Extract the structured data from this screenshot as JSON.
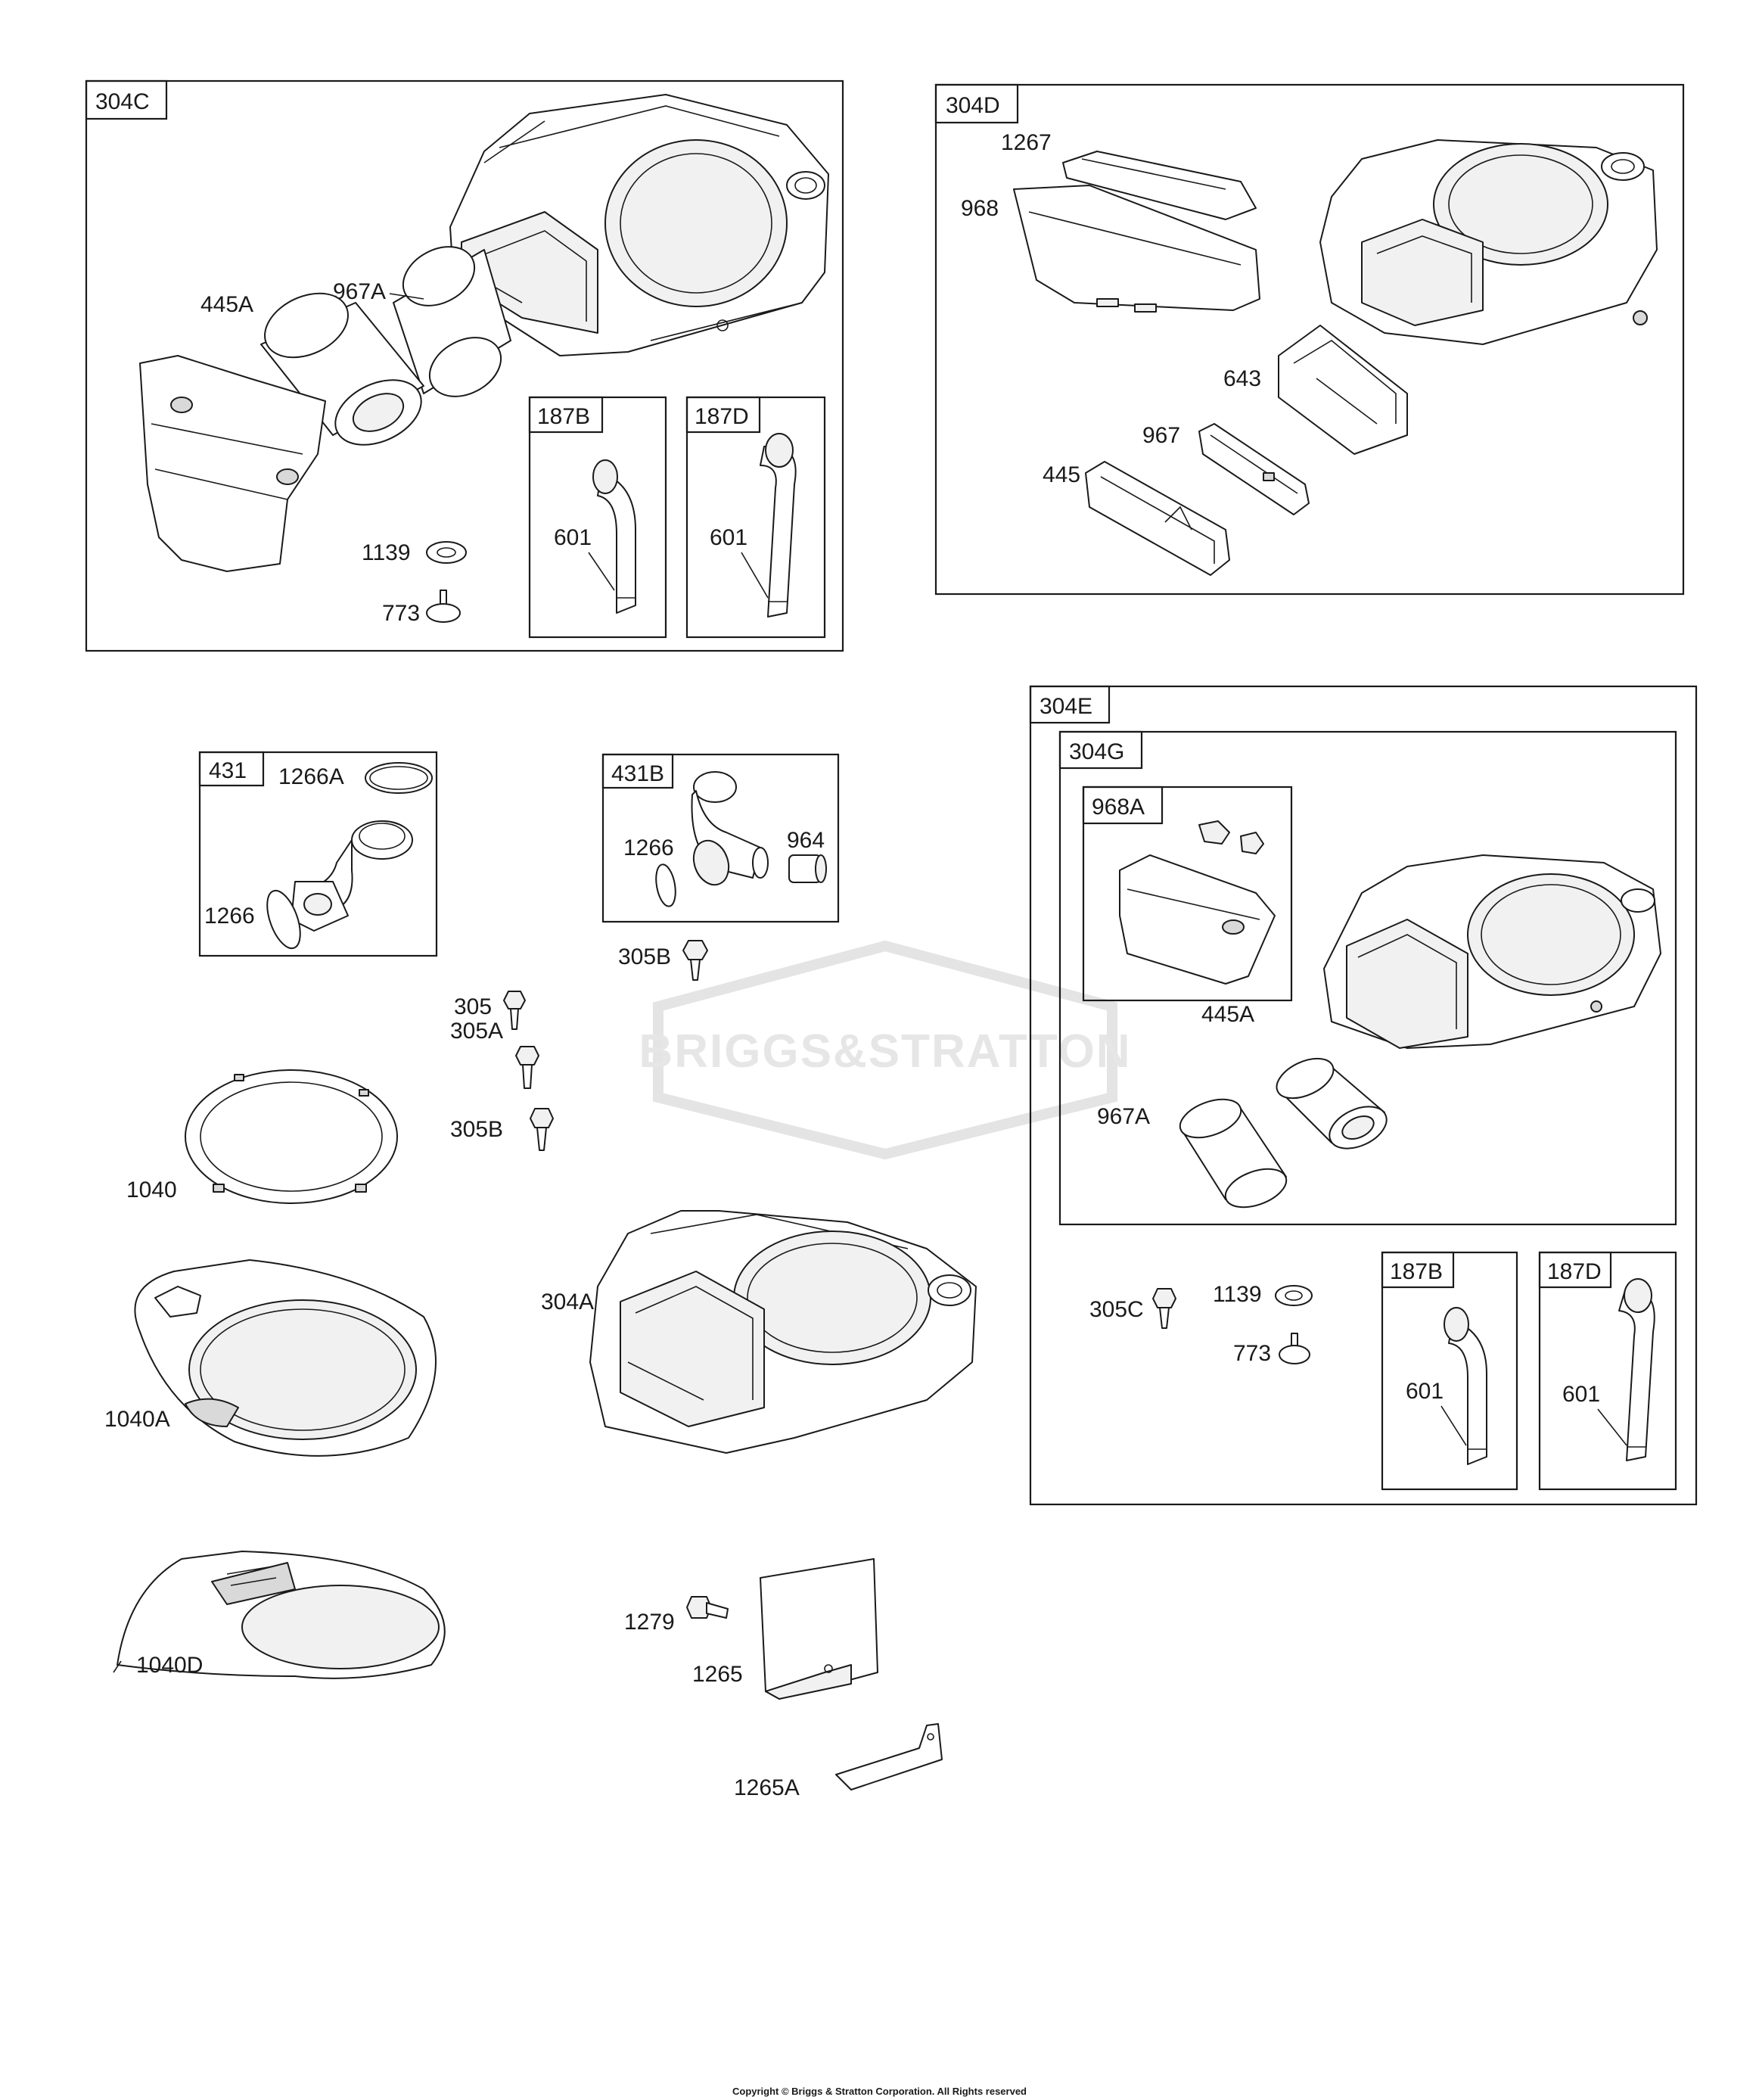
{
  "watermark": {
    "text": "BRIGGS&STRATTON",
    "color": "#e4e4e4"
  },
  "copyright": "Copyright © Briggs & Stratton Corporation. All Rights reserved",
  "boxes": {
    "b304C": "304C",
    "b187B_1": "187B",
    "b187D_1": "187D",
    "b304D": "304D",
    "b431": "431",
    "b431B": "431B",
    "b304E": "304E",
    "b304G": "304G",
    "b968A": "968A",
    "b187B_2": "187B",
    "b187D_2": "187D"
  },
  "labels": {
    "l967A_1": "967A",
    "l445A_1": "445A",
    "l1139_1": "1139",
    "l773_1": "773",
    "l601_1": "601",
    "l601_2": "601",
    "l1267": "1267",
    "l968": "968",
    "l643": "643",
    "l967": "967",
    "l445": "445",
    "l1266A": "1266A",
    "l1266_1": "1266",
    "l1266_2": "1266",
    "l964": "964",
    "l305B_1": "305B",
    "l305": "305",
    "l305A": "305A",
    "l305B_2": "305B",
    "l1040": "1040",
    "l1040A": "1040A",
    "l1040D": "1040D",
    "l304A": "304A",
    "l1279": "1279",
    "l1265": "1265",
    "l1265A": "1265A",
    "l445A_2": "445A",
    "l967A_2": "967A",
    "l305C": "305C",
    "l1139_2": "1139",
    "l773_2": "773",
    "l601_3": "601",
    "l601_4": "601"
  }
}
